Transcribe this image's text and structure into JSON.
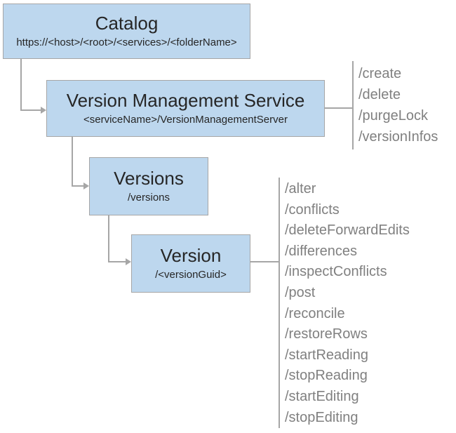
{
  "diagram": {
    "nodes": {
      "catalog": {
        "title": "Catalog",
        "subtitle": "https://<host>/<root>/<services>/<folderName>"
      },
      "version_management_service": {
        "title": "Version Management Service",
        "subtitle": "<serviceName>/VersionManagementServer"
      },
      "versions": {
        "title": "Versions",
        "subtitle": "/versions"
      },
      "version": {
        "title": "Version",
        "subtitle": "/<versionGuid>"
      }
    },
    "operations": {
      "version_management_service": [
        "/create",
        "/delete",
        "/purgeLock",
        "/versionInfos"
      ],
      "version": [
        "/alter",
        "/conflicts",
        "/deleteForwardEdits",
        "/differences",
        "/inspectConflicts",
        "/post",
        "/reconcile",
        "/restoreRows",
        "/startReading",
        "/stopReading",
        "/startEditing",
        "/stopEditing"
      ]
    },
    "colors": {
      "node_fill": "#bdd7ee",
      "node_border": "#a6a6a6",
      "connector": "#a6a6a6",
      "node_text": "#262626",
      "operation_text": "#808080"
    }
  }
}
